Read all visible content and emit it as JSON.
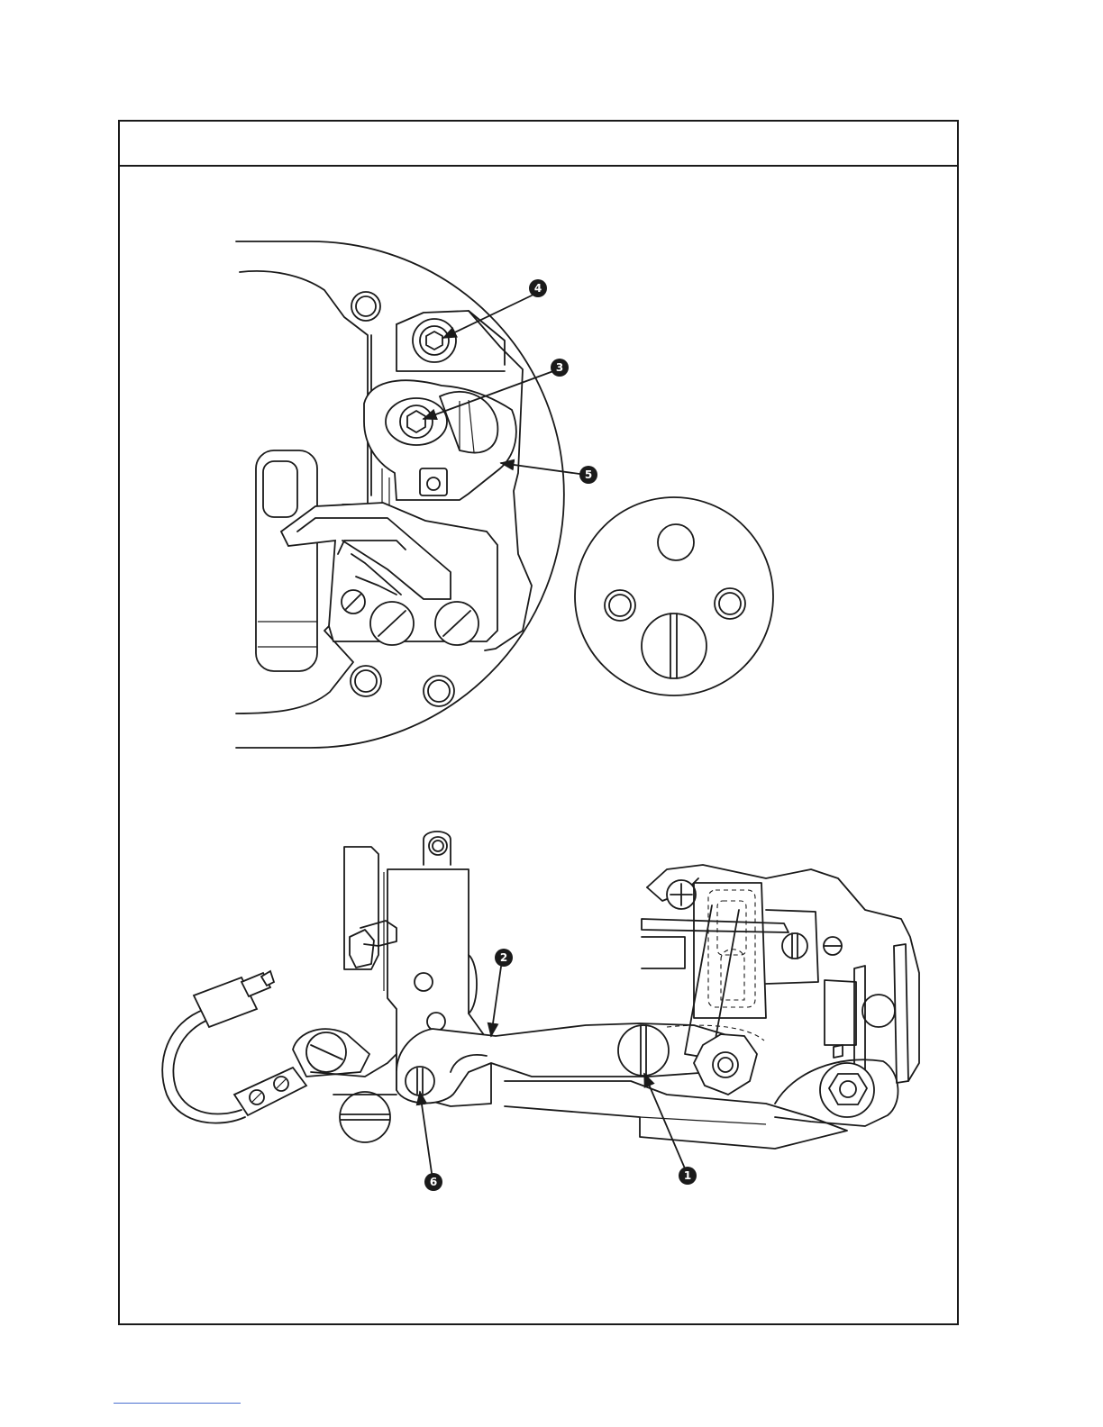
{
  "page": {
    "header_title": ""
  },
  "callouts": {
    "c1": "1",
    "c2": "2",
    "c3": "3",
    "c4": "4",
    "c5": "5",
    "c6": "6"
  },
  "colors": {
    "line": "#1a1a1a",
    "footer_rule": "#4a6fd0"
  }
}
